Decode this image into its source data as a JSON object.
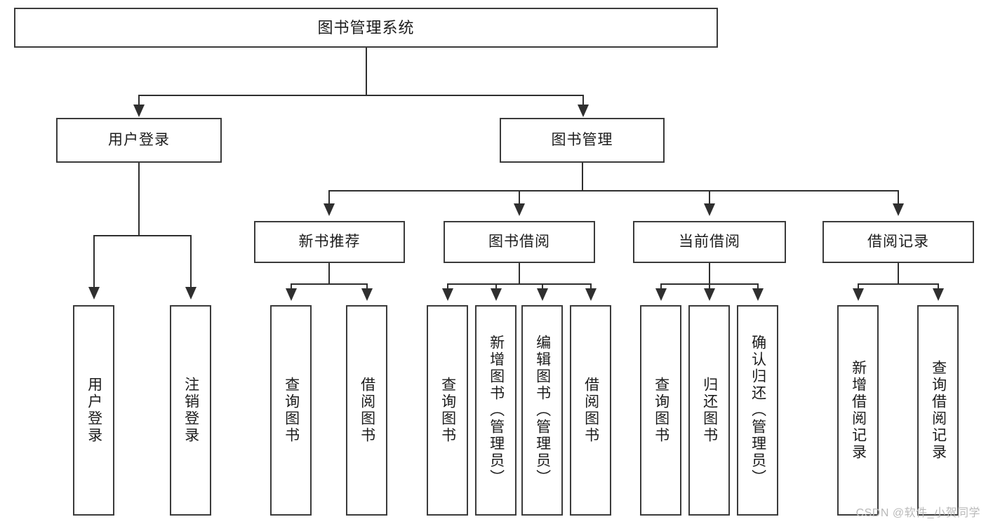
{
  "diagram": {
    "title": "图书管理系统",
    "type": "tree-hierarchy",
    "root": {
      "label": "图书管理系统"
    },
    "level2": [
      {
        "label": "用户登录"
      },
      {
        "label": "图书管理"
      }
    ],
    "level3": [
      {
        "label": "新书推荐"
      },
      {
        "label": "图书借阅"
      },
      {
        "label": "当前借阅"
      },
      {
        "label": "借阅记录"
      }
    ],
    "leaves": {
      "user_login": [
        {
          "label": "用户登录"
        },
        {
          "label": "注销登录"
        }
      ],
      "new_book_recommend": [
        {
          "label": "查询图书"
        },
        {
          "label": "借阅图书"
        }
      ],
      "book_borrow": [
        {
          "label": "查询图书"
        },
        {
          "label": "新增图书（管理员）"
        },
        {
          "label": "编辑图书（管理员）"
        },
        {
          "label": "借阅图书"
        }
      ],
      "current_borrow": [
        {
          "label": "查询图书"
        },
        {
          "label": "归还图书"
        },
        {
          "label": "确认归还（管理员）"
        }
      ],
      "borrow_record": [
        {
          "label": "新增借阅记录"
        },
        {
          "label": "查询借阅记录"
        }
      ]
    }
  },
  "watermark": {
    "text": "CSDN @软件_小贺同学"
  },
  "colors": {
    "box_border": "#3b3b3b",
    "connector": "#2f2f2f",
    "text": "#1c1c1c",
    "background": "#ffffff",
    "watermark": "#b9b9b9"
  }
}
